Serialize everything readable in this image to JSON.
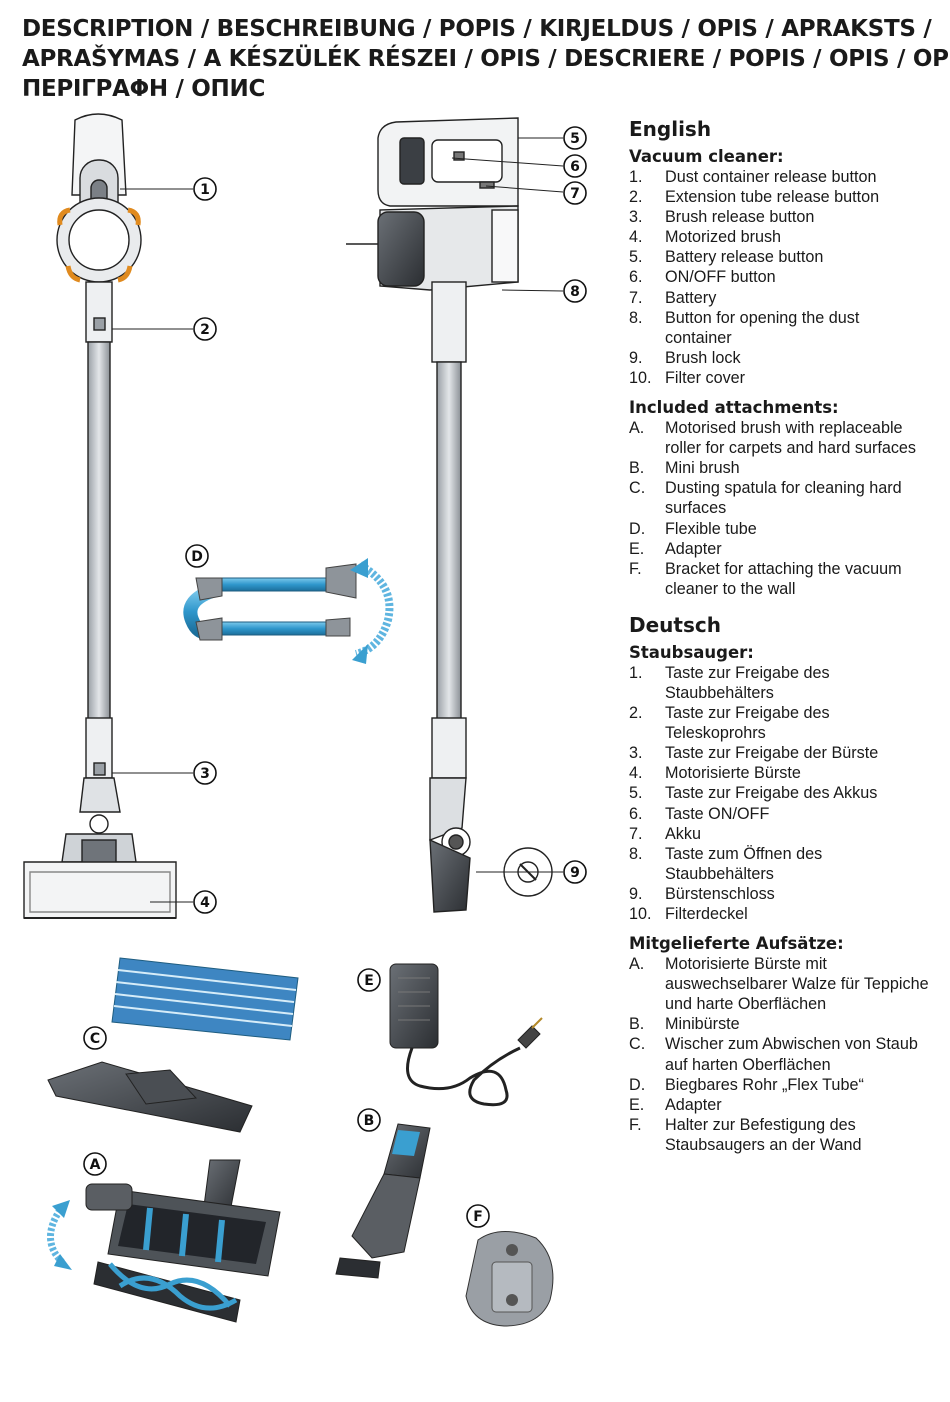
{
  "heading": {
    "line1": "DESCRIPTION / BESCHREIBUNG / POPIS / KIRJELDUS / OPIS / APRAKSTS /",
    "line2": "APRAŠYMAS / A KÉSZÜLÉK RÉSZEI / OPIS / DESCRIERE / POPIS / OPIS / OPIS /",
    "line3": "ΠΕΡΙΓΡΑΦΗ / ОПИС"
  },
  "callouts": [
    "1",
    "2",
    "3",
    "4",
    "5",
    "6",
    "7",
    "8",
    "9"
  ],
  "attachment_letters": [
    "A",
    "B",
    "C",
    "D",
    "E",
    "F"
  ],
  "english": {
    "language": "English",
    "vacuum_title": "Vacuum cleaner:",
    "vacuum_items": [
      {
        "n": "1.",
        "t": "Dust container release button"
      },
      {
        "n": "2.",
        "t": "Extension tube release button"
      },
      {
        "n": "3.",
        "t": "Brush release button"
      },
      {
        "n": "4.",
        "t": "Motorized brush"
      },
      {
        "n": "5.",
        "t": "Battery release button"
      },
      {
        "n": "6.",
        "t": "ON/OFF button"
      },
      {
        "n": "7.",
        "t": "Battery"
      },
      {
        "n": "8.",
        "t": "Button for opening the dust container"
      },
      {
        "n": "9.",
        "t": "Brush lock"
      },
      {
        "n": "10.",
        "t": "Filter cover"
      }
    ],
    "attach_title": "Included attachments:",
    "attach_items": [
      {
        "n": "A.",
        "t": "Motorised brush with replaceable roller for carpets and hard surfaces"
      },
      {
        "n": "B.",
        "t": "Mini brush"
      },
      {
        "n": "C.",
        "t": "Dusting spatula for cleaning hard surfaces"
      },
      {
        "n": "D.",
        "t": "Flexible tube"
      },
      {
        "n": "E.",
        "t": "Adapter"
      },
      {
        "n": "F.",
        "t": "Bracket for attaching the vacuum cleaner to the wall"
      }
    ]
  },
  "deutsch": {
    "language": "Deutsch",
    "vacuum_title": "Staubsauger:",
    "vacuum_items": [
      {
        "n": "1.",
        "t": "Taste zur Freigabe des Staubbehälters"
      },
      {
        "n": "2.",
        "t": "Taste zur Freigabe des Teleskoprohrs"
      },
      {
        "n": "3.",
        "t": "Taste zur Freigabe der Bürste"
      },
      {
        "n": "4.",
        "t": "Motorisierte Bürste"
      },
      {
        "n": "5.",
        "t": "Taste zur Freigabe des Akkus"
      },
      {
        "n": "6.",
        "t": "Taste ON/OFF"
      },
      {
        "n": "7.",
        "t": "Akku"
      },
      {
        "n": "8.",
        "t": "Taste zum Öffnen des Staubbehälters"
      },
      {
        "n": "9.",
        "t": "Bürstenschloss"
      },
      {
        "n": "10.",
        "t": "Filterdeckel"
      }
    ],
    "attach_title": "Mitgelieferte Aufsätze:",
    "attach_items": [
      {
        "n": "A.",
        "t": "Motorisierte Bürste mit auswechselbarer Walze für Teppiche und harte Oberflächen"
      },
      {
        "n": "B.",
        "t": "Minibürste"
      },
      {
        "n": "C.",
        "t": "Wischer zum Abwischen von Staub auf harten Oberflächen"
      },
      {
        "n": "D.",
        "t": "Biegbares Rohr „Flex Tube“"
      },
      {
        "n": "E.",
        "t": "Adapter"
      },
      {
        "n": "F.",
        "t": "Halter zur Befestigung des Staubsaugers an der Wand"
      }
    ]
  },
  "colors": {
    "accent_blue": "#3a9fd0",
    "device_gray": "#5a5e63",
    "dark": "#2a2d31"
  }
}
